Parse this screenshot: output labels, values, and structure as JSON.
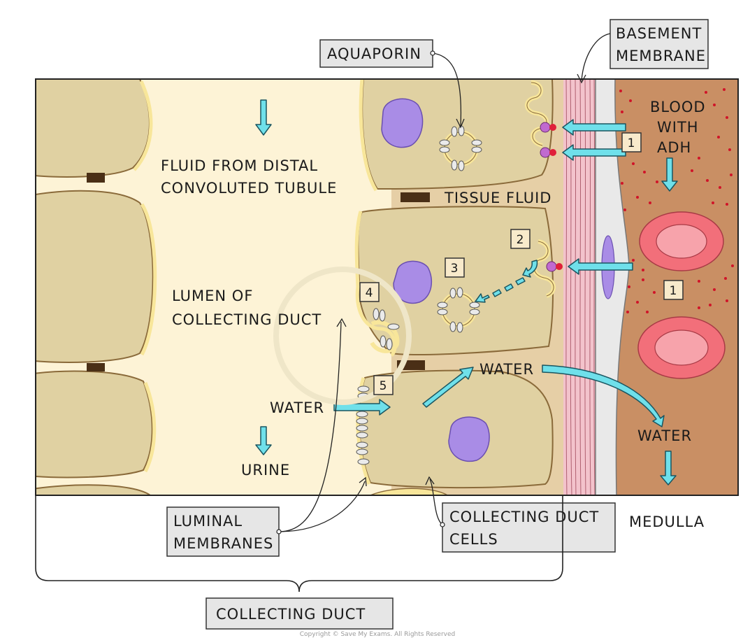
{
  "labels": {
    "aquaporin": "AQUAPORIN",
    "basement_membrane_1": "BASEMENT",
    "basement_membrane_2": "MEMBRANE",
    "blood_1": "BLOOD",
    "blood_2": "WITH",
    "blood_3": "ADH",
    "fluid_1": "FLUID FROM DISTAL",
    "fluid_2": "CONVOLUTED TUBULE",
    "tissue_fluid": "TISSUE FLUID",
    "lumen_1": "LUMEN OF",
    "lumen_2": "COLLECTING DUCT",
    "water_left": "WATER",
    "water_mid": "WATER",
    "water_right": "WATER",
    "urine": "URINE",
    "luminal_1": "LUMINAL",
    "luminal_2": "MEMBRANES",
    "cd_cells_1": "COLLECTING DUCT",
    "cd_cells_2": "CELLS",
    "medulla": "MEDULLA",
    "collecting_duct": "COLLECTING DUCT",
    "copyright": "Copyright © Save My Exams. All Rights Reserved"
  },
  "steps": {
    "s1a": "1",
    "s1b": "1",
    "s2": "2",
    "s3": "3",
    "s4": "4",
    "s5": "5"
  },
  "colors": {
    "lumen": "#fdf3d6",
    "cell": "#e0d1a2",
    "cell_border": "#8a6a3a",
    "membrane_yellow": "#f8e69a",
    "tissue_fluid": "#e6cfa6",
    "basement_pink": "#f3c3cc",
    "capillary_grey": "#e8e8e8",
    "blood": "#c98f64",
    "rbc": "#f26f7a",
    "nucleus": "#a98ce6",
    "arrow": "#6fe0ea",
    "junction": "#4a2f16",
    "label_box": "#e6e6e6"
  }
}
